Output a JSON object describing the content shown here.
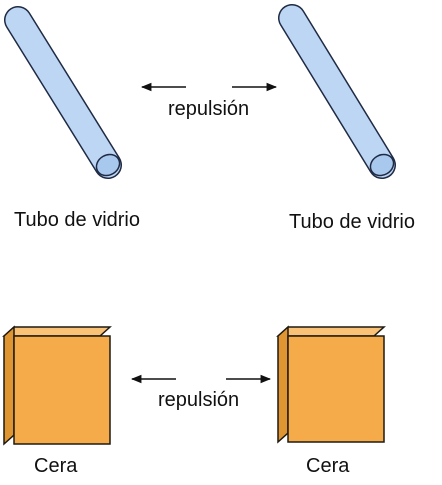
{
  "labels": {
    "tube_left": "Tubo de vidrio",
    "tube_right": "Tubo de vidrio",
    "repulsion_top": "repulsión",
    "repulsion_bottom": "repulsión",
    "wax_left": "Cera",
    "wax_right": "Cera"
  },
  "colors": {
    "glass_fill": "#bcd6f3",
    "glass_end": "#a9c8ee",
    "glass_stroke": "#1f2a44",
    "wax_front": "#f5ab4a",
    "wax_side": "#e09533",
    "wax_top": "#f9c277",
    "wax_stroke": "#1f1a12",
    "arrow": "#111111"
  }
}
